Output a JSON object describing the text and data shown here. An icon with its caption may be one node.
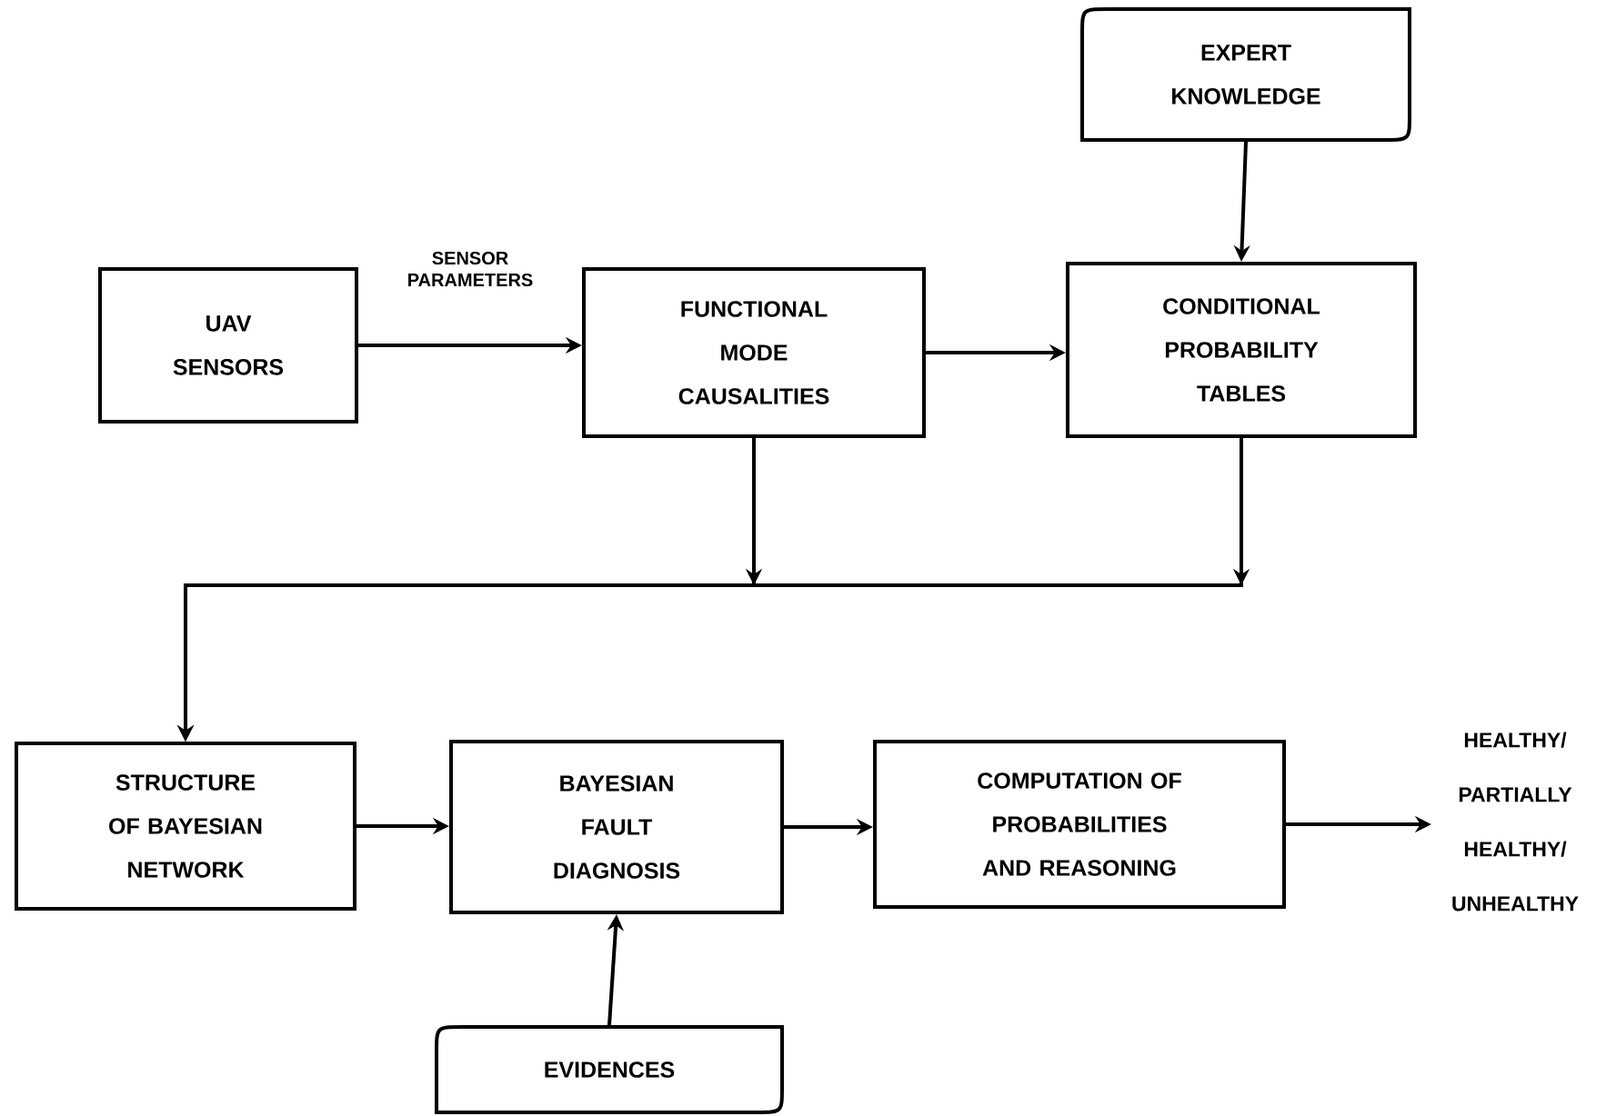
{
  "diagram": {
    "nodes": [
      {
        "text": [
          "UAV SENSORS"
        ]
      },
      {
        "text": [
          "FUNCTIONAL MODE CAUSALITIES"
        ]
      },
      {
        "text": [
          "CONDITIONAL PROBABILITY TABLES"
        ]
      },
      {
        "text": [
          "EXPERT KNOWLEDGE"
        ]
      },
      {
        "text": [
          "STRUCTURE OF BAYESIAN NETWORK"
        ]
      },
      {
        "text": [
          "BAYESIAN FAULT DIAGNOSIS"
        ]
      },
      {
        "text": [
          "COMPUTATION OF PROBABILITIES AND REASONING"
        ]
      },
      {
        "text": [
          "HEALTHY/ PARTIALLY HEALTHY/ UNHEALTHY"
        ]
      },
      {
        "text": [
          "EVIDENCES"
        ]
      }
    ],
    "edges": [
      {
        "from": 0,
        "to": 1,
        "arrow": "to",
        "label": "SENSOR PARAMETERS"
      },
      {
        "from": 1,
        "to": 2,
        "arrow": "to"
      },
      {
        "from": 3,
        "to": 2,
        "arrow": "to"
      },
      {
        "from": 1,
        "to": 4,
        "arrow": "to"
      },
      {
        "from": 2,
        "to": 4,
        "arrow": "to"
      },
      {
        "from": 4,
        "to": 5,
        "arrow": "to"
      },
      {
        "from": 5,
        "to": 6,
        "arrow": "to"
      },
      {
        "from": 6,
        "to": 7,
        "arrow": "to"
      },
      {
        "from": 8,
        "to": 5,
        "arrow": "to"
      }
    ]
  }
}
